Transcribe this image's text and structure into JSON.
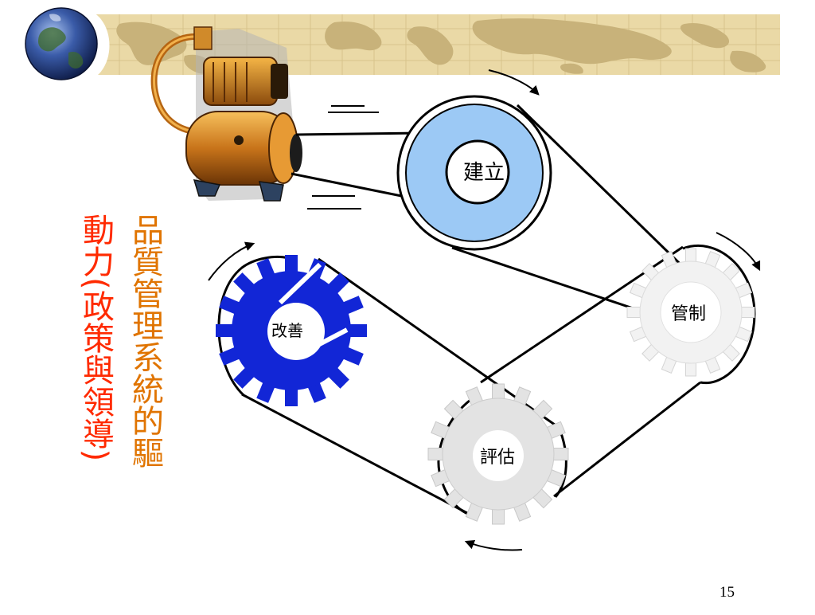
{
  "slide": {
    "title_line_1": "品質管理系統的驅",
    "title_line_2": "動力(政策與領導)",
    "page_number": "15"
  },
  "gears": {
    "establish": "建立",
    "control": "管制",
    "improve": "改善",
    "evaluate": "評估"
  },
  "colors": {
    "title_line_1": "#e07400",
    "title_line_2": "#ff2a00",
    "banner": "#ead9a6",
    "map": "#c8b27a",
    "establish_ring": "#9cc9f5",
    "improve_gear": "#1226d6",
    "control_gear": "#f2f2f2",
    "evaluate_gear": "#e3e3e3",
    "belt": "#000000"
  },
  "icons": [
    "globe-icon",
    "pump-motor-icon",
    "rotation-arrow-icon"
  ]
}
